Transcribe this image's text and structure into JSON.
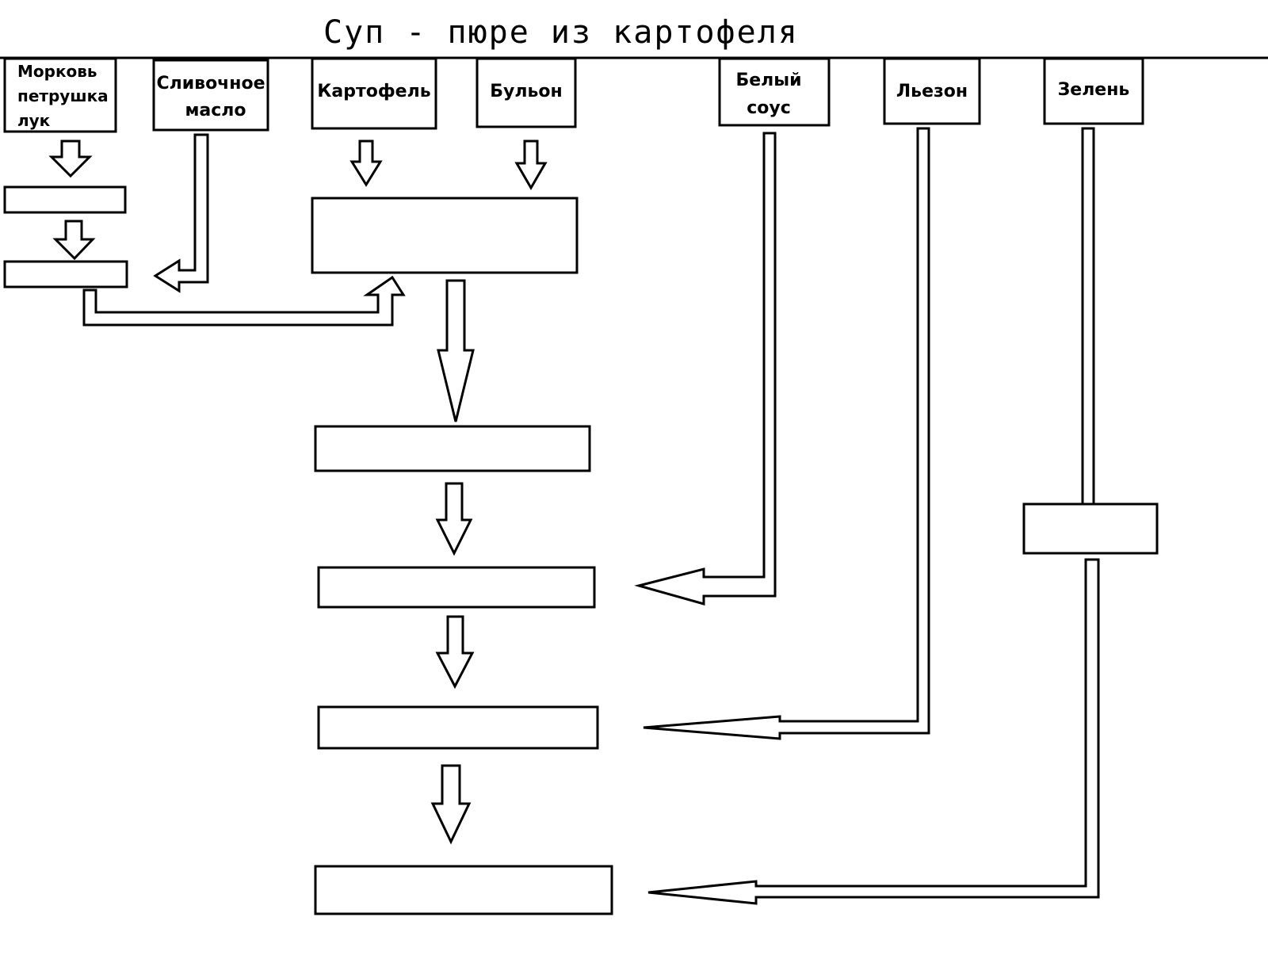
{
  "title": "Суп - пюре из картофеля",
  "ingredients": {
    "vegetables": [
      "Морковь",
      "петрушка",
      "лук"
    ],
    "butter": [
      "Сливочное",
      "масло"
    ],
    "potato": [
      "Картофель"
    ],
    "broth": [
      "Бульон"
    ],
    "white_sauce": [
      "Белый",
      "соус"
    ],
    "liaison": [
      "Льезон"
    ],
    "greens": [
      "Зелень"
    ]
  }
}
